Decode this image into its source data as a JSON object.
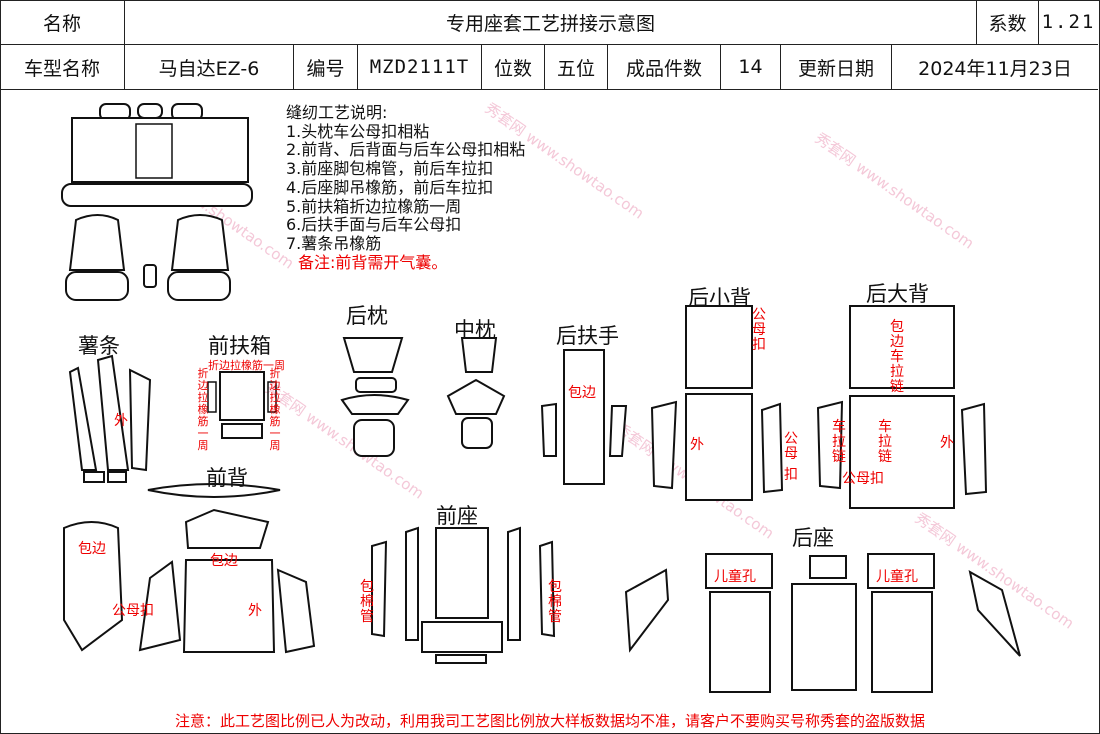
{
  "header": {
    "name_label": "名称",
    "title": "专用座套工艺拼接示意图",
    "coef_label": "系数",
    "coef_value": "1.21",
    "model_label": "车型名称",
    "model_value": "马自达EZ-6",
    "code_label": "编号",
    "code_value": "MZD2111T",
    "seats_label": "位数",
    "seats_value": "五位",
    "pieces_label": "成品件数",
    "pieces_value": "14",
    "date_label": "更新日期",
    "date_value": "2024年11月23日"
  },
  "notes": {
    "title": "缝纫工艺说明:",
    "items": [
      "1.头枕车公母扣相粘",
      "2.前背、后背面与后车公母扣相粘",
      "3.前座脚包棉管，前后车拉扣",
      "4.后座脚吊橡筋，前后车拉扣",
      "5.前扶箱折边拉橡筋一周",
      "6.后扶手面与后车公母扣",
      "7.薯条吊橡筋"
    ],
    "remark": "备注:前背需开气囊。"
  },
  "sections": {
    "shu_tiao": "薯条",
    "qian_fu_xiang": "前扶箱",
    "hou_zhen": "后枕",
    "zhong_zhen": "中枕",
    "hou_fu_shou": "后扶手",
    "hou_xiao_bei": "后小背",
    "hou_da_bei": "后大背",
    "qian_bei": "前背",
    "qian_zuo": "前座",
    "hou_zuo": "后座"
  },
  "annotations": {
    "wai": "外",
    "fu_xiang_top": "折边拉橡筋一周",
    "fu_xiang_left": "折边拉橡筋一周",
    "fu_xiang_right": "折边拉橡筋一周",
    "bao_bian": "包边",
    "gong_mu_kou": "公母扣",
    "bao_mian_guan": "包棉管",
    "gong_mu": "公母",
    "kou": "扣",
    "bao_bian_che_la_lian": "包边车拉链",
    "che_la_lian": "车拉链",
    "er_tong_kong": "儿童孔"
  },
  "footer": "注意：此工艺图比例已人为改动，利用我司工艺图比例放大样板数据均不准，请客户不要购买号称秀套的盗版数据",
  "watermark": {
    "text": "秀套网 www.showtao.com",
    "color": "#f4c8d8"
  }
}
